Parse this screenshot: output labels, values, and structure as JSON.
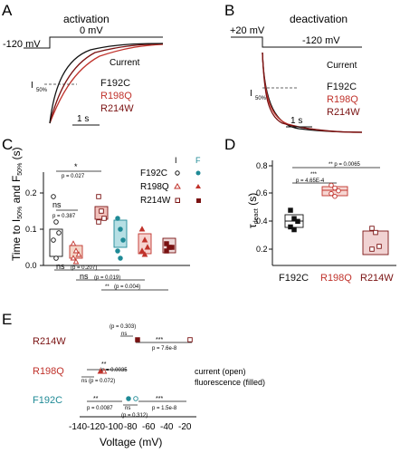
{
  "colors": {
    "red": "#c0322b",
    "darkred": "#7a1212",
    "teal": "#1f8a96",
    "black": "#111111",
    "grey": "#8a8a8a"
  },
  "panels": {
    "A": {
      "letter": "A",
      "title": "activation",
      "hold_label": "-120 mV",
      "step_label": "0 mV",
      "current_label": "Current",
      "half_label_main": "I",
      "half_label_sub": "50%",
      "scale_label": "1 s",
      "legend": [
        "F192C",
        "R198Q",
        "R214W"
      ]
    },
    "B": {
      "letter": "B",
      "title": "deactivation",
      "hold_label": "+20 mV",
      "step_label": "-120 mV",
      "current_label": "Current",
      "half_label_main": "I",
      "half_label_sub": "50%",
      "scale_label": "1 s",
      "legend": [
        "F192C",
        "R198Q",
        "R214W"
      ]
    },
    "C": {
      "letter": "C",
      "ylabel_main": "Time to I",
      "ylabel_sub1": "50%",
      "ylabel_and": " and F",
      "ylabel_sub2": "50%",
      "ylabel_unit": " (s)",
      "yticks": [
        "0.2",
        "0.1",
        "0.0"
      ],
      "legend_header_I": "I",
      "legend_header_F": "F",
      "legend": [
        "F192C",
        "R198Q",
        "R214W"
      ],
      "stats": {
        "star_top": "*",
        "p_top": "p = 0.027",
        "ns_1": "ns",
        "p_1": "p = 0.387",
        "ns_2": "ns",
        "p_2": "(p = 0.207)",
        "ns_3": "ns",
        "p_3": "(p = 0.019)",
        "stars_4": "**",
        "p_4": "(p = 0.004)"
      }
    },
    "D": {
      "letter": "D",
      "ylabel_main": "τ",
      "ylabel_sub": "deact",
      "ylabel_unit": " (s)",
      "yticks": [
        "0.8",
        "0.6",
        "0.4",
        "0.2"
      ],
      "categories": [
        "F192C",
        "R198Q",
        "R214W"
      ],
      "stats": {
        "top": "** p = 0.0065",
        "stars_mid": "***",
        "p_mid": "p = 4.65E-4"
      }
    },
    "E": {
      "letter": "E",
      "rows": [
        "R214W",
        "R198Q",
        "F192C"
      ],
      "legend_current": "current (open)",
      "legend_fluor": "fluorescence (filled)",
      "xlabel": "Voltage (mV)",
      "xticks": [
        "-140",
        "-120",
        "-100",
        "-80",
        "-60",
        "-40",
        "-20"
      ],
      "stats": {
        "r214_p1": "(p = 0.303)",
        "r214_ns": "ns",
        "r214_stars": "***",
        "r214_p2": "p = 7.6e-8",
        "r198_stars": "**",
        "r198_p1": "(p = 0.0035",
        "r198_ns": "ns",
        "r198_p2": "(p = 0.072)",
        "f192_stars1": "**",
        "f192_p1": "p = 0.0087",
        "f192_ns": "ns",
        "f192_p2": "(p = 0.312)",
        "f192_stars2": "***",
        "f192_p3": "p = 1.5e-8"
      }
    }
  },
  "chart_data": [
    {
      "type": "scatter",
      "panel": "C",
      "title": "",
      "ylabel": "Time to I50% and F50% (s)",
      "ylim": [
        0,
        0.25
      ],
      "series": [
        {
          "name": "F192C I",
          "values": [
            0.19,
            0.12,
            0.09,
            0.07,
            0.02
          ]
        },
        {
          "name": "R198Q I",
          "values": [
            0.06,
            0.04,
            0.03,
            0.02,
            0.01
          ]
        },
        {
          "name": "R214W I",
          "values": [
            0.19,
            0.15,
            0.13,
            0.12
          ]
        },
        {
          "name": "F192C F",
          "values": [
            0.13,
            0.1,
            0.07,
            0.04,
            0.02
          ]
        },
        {
          "name": "R198Q F",
          "values": [
            0.1,
            0.07,
            0.05,
            0.04,
            0.03
          ]
        },
        {
          "name": "R214W F",
          "values": [
            0.06,
            0.05,
            0.05,
            0.04
          ]
        }
      ]
    },
    {
      "type": "scatter",
      "panel": "D",
      "title": "",
      "ylabel": "τ deact (s)",
      "ylim": [
        0.1,
        0.85
      ],
      "categories": [
        "F192C",
        "R198Q",
        "R214W"
      ],
      "series": [
        {
          "name": "F192C",
          "values": [
            0.48,
            0.42,
            0.4,
            0.36,
            0.34
          ]
        },
        {
          "name": "R198Q",
          "values": [
            0.66,
            0.64,
            0.62,
            0.6,
            0.58
          ]
        },
        {
          "name": "R214W",
          "values": [
            0.35,
            0.32,
            0.22,
            0.2
          ]
        }
      ]
    },
    {
      "type": "scatter",
      "panel": "E",
      "title": "",
      "xlabel": "Voltage (mV)",
      "xlim": [
        -145,
        -15
      ],
      "categories": [
        "R214W",
        "R198Q",
        "F192C"
      ],
      "series": [
        {
          "name": "current (open)",
          "values": [
            -18,
            -113,
            -78
          ]
        },
        {
          "name": "fluorescence (filled)",
          "values": [
            -76,
            -117,
            -86
          ]
        }
      ]
    }
  ]
}
